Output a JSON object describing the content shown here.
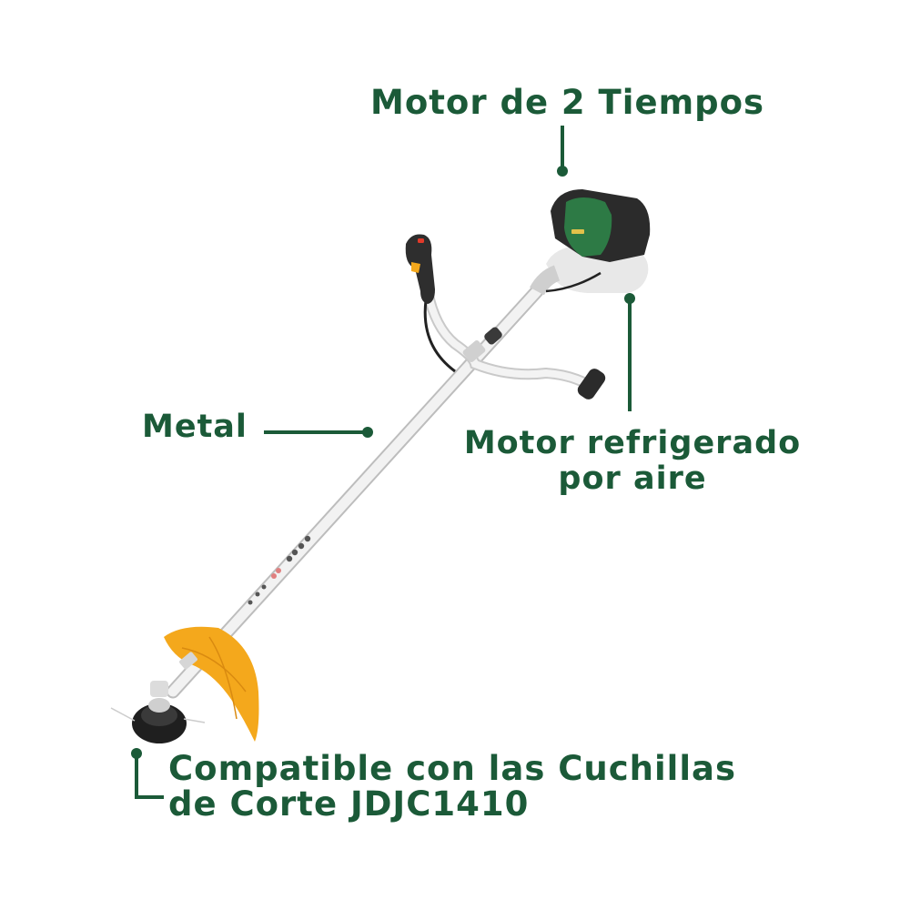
{
  "colors": {
    "label_green": "#1b5a38",
    "engine_green": "#2d7a45",
    "guard_orange": "#f4a81c",
    "shaft_white": "#eeeeee",
    "dark_parts": "#2b2b2b"
  },
  "callouts": {
    "engine": {
      "text": "Motor de 2 Tiempos"
    },
    "shaft": {
      "text": "Metal"
    },
    "cooling": {
      "line1": "Motor refrigerado",
      "line2": "por aire"
    },
    "blades": {
      "line1": "Compatible con las Cuchillas",
      "line2": "de Corte JDJC1410"
    }
  },
  "product": {
    "name": "brush-cutter",
    "parts": [
      "engine",
      "handlebar",
      "throttle-grip",
      "shaft",
      "guard",
      "trimmer-head"
    ]
  }
}
